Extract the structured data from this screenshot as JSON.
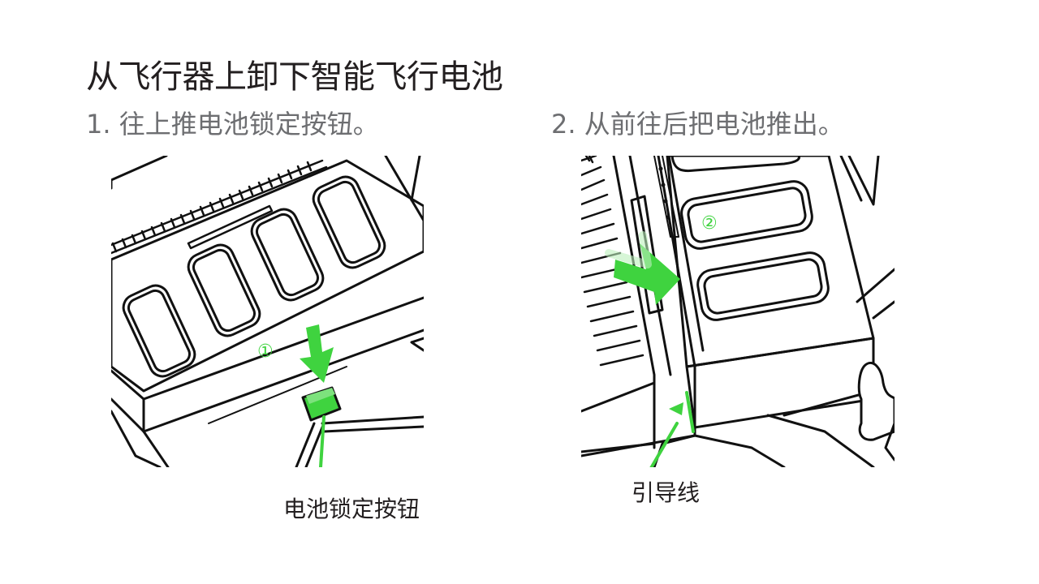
{
  "title": "从飞行器上卸下智能飞行电池",
  "steps": [
    {
      "label": "1. 往上推电池锁定按钮。",
      "marker": "①",
      "callout": "电池锁定按钮"
    },
    {
      "label": "2. 从前往后把电池推出。",
      "marker": "②",
      "callout": "引导线"
    }
  ],
  "colors": {
    "accent": "#3fd33f",
    "title_text": "#231f20",
    "step_text": "#6d6e71",
    "line": "#111111"
  }
}
